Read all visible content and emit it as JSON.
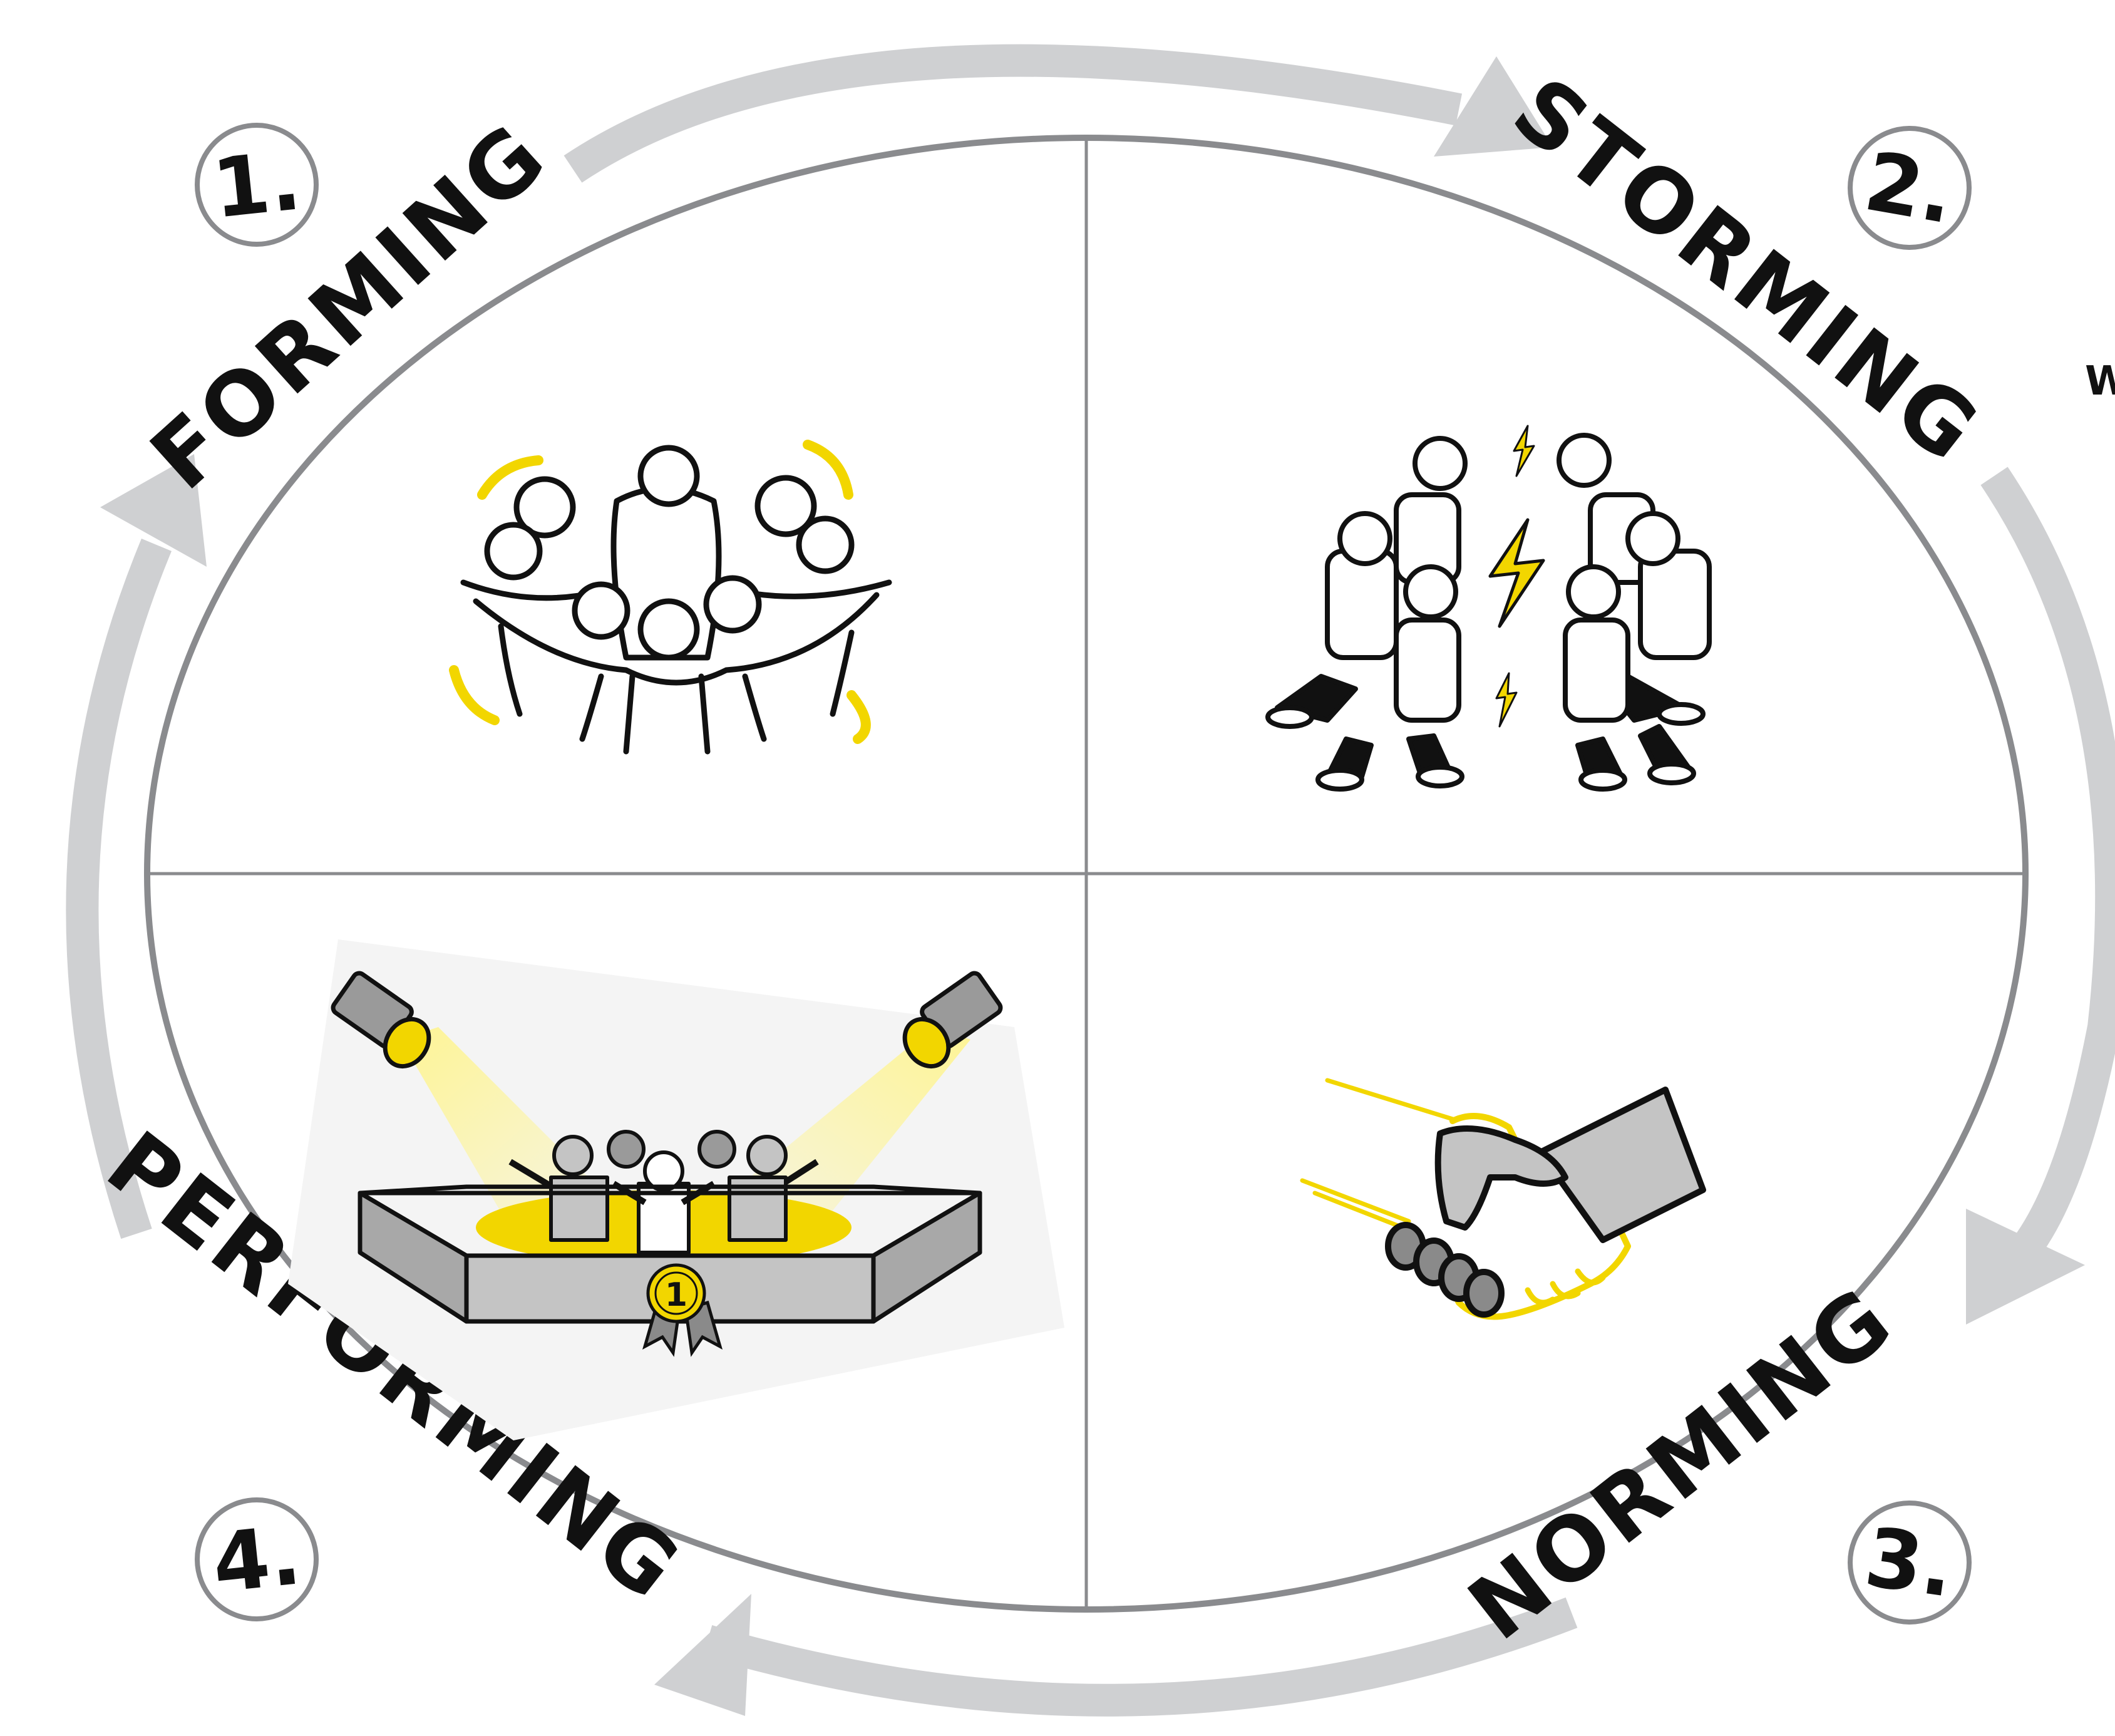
{
  "colors": {
    "arrow_gray": "#cfd0d2",
    "outline_gray": "#8a8b8e",
    "accent_yellow": "#f2d600",
    "ink": "#111111",
    "figure_gray": "#c4c4c4"
  },
  "stages": [
    {
      "number": "1.",
      "label": "FORMING",
      "icon": "group-huddle-icon"
    },
    {
      "number": "2.",
      "label": "STORMING",
      "icon": "conflict-figures-icon"
    },
    {
      "number": "3.",
      "label": "NORMING",
      "icon": "handshake-icon"
    },
    {
      "number": "4.",
      "label": "PERFORMING",
      "icon": "winners-podium-icon"
    }
  ],
  "edge_text": "W",
  "podium_badge": "1"
}
